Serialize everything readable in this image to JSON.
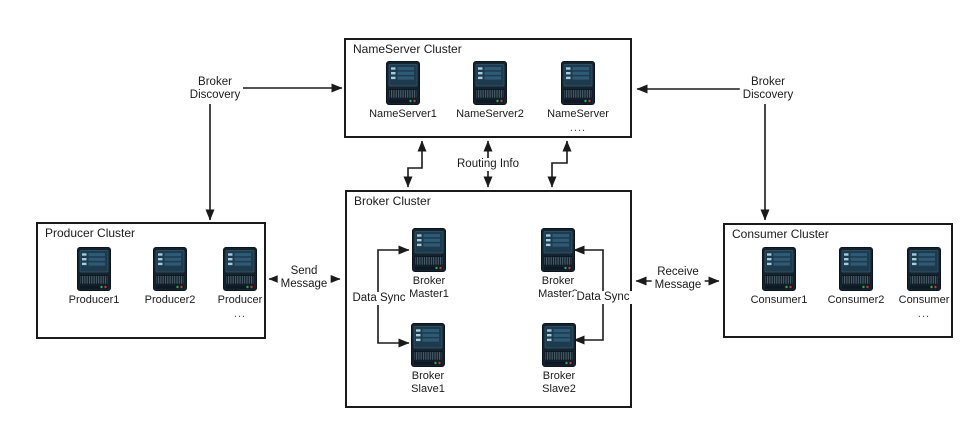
{
  "diagram": {
    "clusters": {
      "nameserver": {
        "title": "NameServer Cluster",
        "nodes": [
          {
            "label": "NameServer1"
          },
          {
            "label": "NameServer2"
          },
          {
            "label": "NameServer",
            "more": "...."
          }
        ]
      },
      "producer": {
        "title": "Producer Cluster",
        "nodes": [
          {
            "label": "Producer1"
          },
          {
            "label": "Producer2"
          },
          {
            "label": "Producer",
            "more": "..."
          }
        ]
      },
      "broker": {
        "title": "Broker Cluster",
        "nodes": [
          {
            "label": "Broker\nMaster1"
          },
          {
            "label": "Broker\nMaster2"
          },
          {
            "label": "Broker\nSlave1"
          },
          {
            "label": "Broker\nSlave2"
          }
        ]
      },
      "consumer": {
        "title": "Consumer Cluster",
        "nodes": [
          {
            "label": "Consumer1"
          },
          {
            "label": "Consumer2"
          },
          {
            "label": "Consumer",
            "more": "..."
          }
        ]
      }
    },
    "edges": {
      "broker_discovery_left": "Broker\nDiscovery",
      "broker_discovery_right": "Broker\nDiscovery",
      "routing_info": "Routing Info",
      "send_message": "Send\nMessage",
      "receive_message": "Receive\nMessage",
      "data_sync_left": "Data Sync",
      "data_sync_right": "Data Sync"
    },
    "colors": {
      "line": "#1a1a1a",
      "server_body": "#15232f",
      "server_panel": "#1e3a4d",
      "server_bar": "#2e5a76",
      "server_dash": "#a6cade",
      "led_green": "#2fae4e",
      "led_red": "#cf3a2c"
    }
  }
}
